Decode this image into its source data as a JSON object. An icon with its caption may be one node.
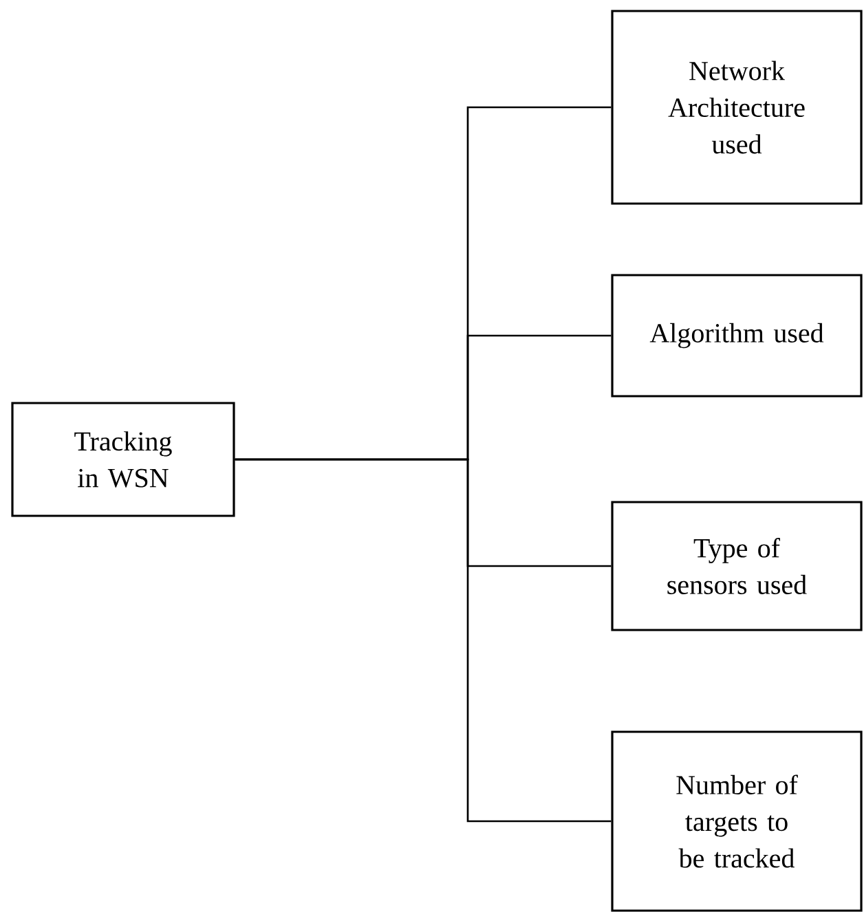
{
  "diagram": {
    "nodes": [
      {
        "text": [
          "Tracking in WSN"
        ]
      },
      {
        "text": [
          "Network Architecture used"
        ]
      },
      {
        "text": [
          "Algorithm used"
        ]
      },
      {
        "text": [
          "Type of sensors used"
        ]
      },
      {
        "text": [
          "Number of targets to be tracked"
        ]
      }
    ],
    "edges": [
      {
        "from": 0,
        "to": 1,
        "arrow": "none"
      },
      {
        "from": 0,
        "to": 2,
        "arrow": "none"
      },
      {
        "from": 0,
        "to": 3,
        "arrow": "none"
      },
      {
        "from": 0,
        "to": 4,
        "arrow": "none"
      }
    ]
  }
}
